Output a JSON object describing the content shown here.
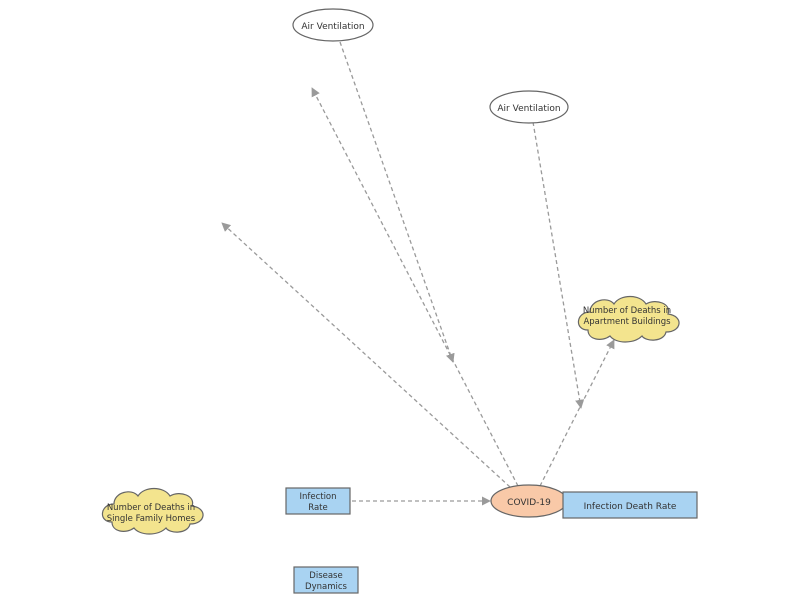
{
  "nodes": {
    "air_ventilation_1": {
      "label": "Air Ventilation",
      "shape": "ellipse"
    },
    "air_ventilation_2": {
      "label": "Air Ventilation",
      "shape": "ellipse"
    },
    "deaths_apartments": {
      "label_line1": "Number of Deaths in",
      "label_line2": "Apartment Buildings",
      "shape": "cloud"
    },
    "deaths_single_family": {
      "label_line1": "Number of Deaths in",
      "label_line2": "Single Family Homes",
      "shape": "cloud"
    },
    "infection_rate": {
      "label_line1": "Infection",
      "label_line2": "Rate",
      "shape": "box"
    },
    "covid19": {
      "label": "COVID-19",
      "shape": "ellipse"
    },
    "infection_death_rate": {
      "label": "Infection Death Rate",
      "shape": "box"
    },
    "disease_dynamics": {
      "label_line1": "Disease",
      "label_line2": "Dynamics",
      "shape": "box"
    }
  },
  "edges": [
    {
      "from": "air_ventilation_1",
      "to": "covid19 path",
      "style": "dashed"
    },
    {
      "from": "air_ventilation_2",
      "to": "covid19 path",
      "style": "dashed"
    },
    {
      "from": "covid19",
      "to": "unlabeled-target-1",
      "style": "dashed"
    },
    {
      "from": "covid19",
      "to": "unlabeled-target-2",
      "style": "dashed"
    },
    {
      "from": "covid19",
      "to": "deaths_apartments",
      "style": "dashed"
    },
    {
      "from": "infection_rate",
      "to": "covid19",
      "style": "dashed"
    }
  ],
  "colors": {
    "ellipse_fill": "#ffffff",
    "covid_fill": "#f9c9a8",
    "cloud_fill": "#f3e48e",
    "box_fill": "#a9d3f2",
    "stroke": "#666666",
    "edge": "#9a9a9a"
  }
}
